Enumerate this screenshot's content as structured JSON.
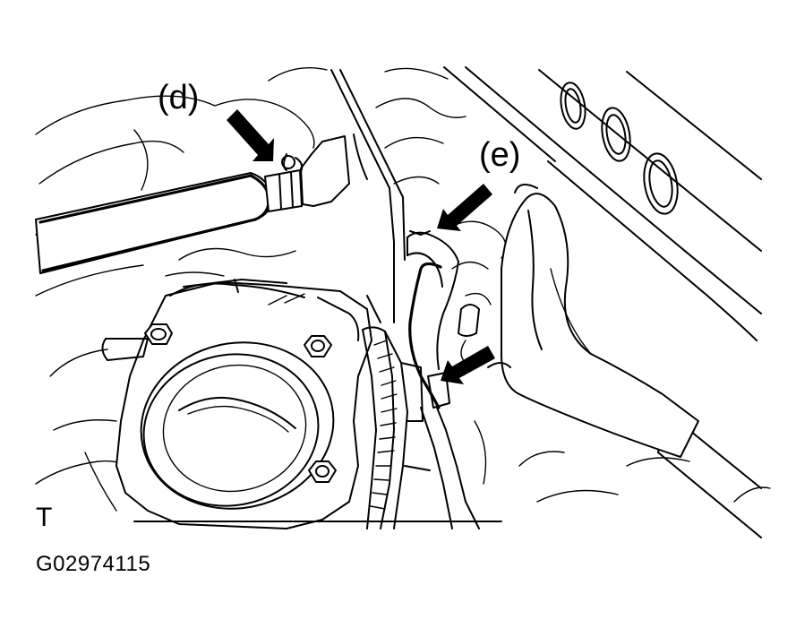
{
  "figure": {
    "callouts": [
      {
        "id": "d",
        "label": "(d)"
      },
      {
        "id": "e",
        "label": "(e)"
      }
    ],
    "corner_mark": "T",
    "figure_id": "G02974115"
  }
}
